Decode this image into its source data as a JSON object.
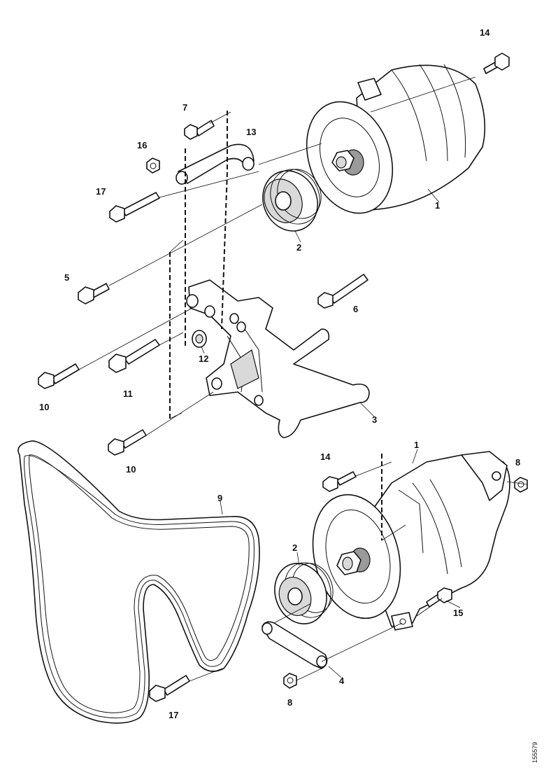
{
  "diagram": {
    "reference_number": "155579",
    "callouts": {
      "c1_top": "1",
      "c1_bottom": "1",
      "c2_top": "2",
      "c2_bottom": "2",
      "c3": "3",
      "c4": "4",
      "c5": "5",
      "c6": "6",
      "c7": "7",
      "c8_right": "8",
      "c8_bottom": "8",
      "c9": "9",
      "c10_left": "10",
      "c10_bottom": "10",
      "c11": "11",
      "c12": "12",
      "c13": "13",
      "c14_top": "14",
      "c14_bottom": "14",
      "c15": "15",
      "c16": "16",
      "c17_top": "17",
      "c17_bottom": "17"
    }
  }
}
